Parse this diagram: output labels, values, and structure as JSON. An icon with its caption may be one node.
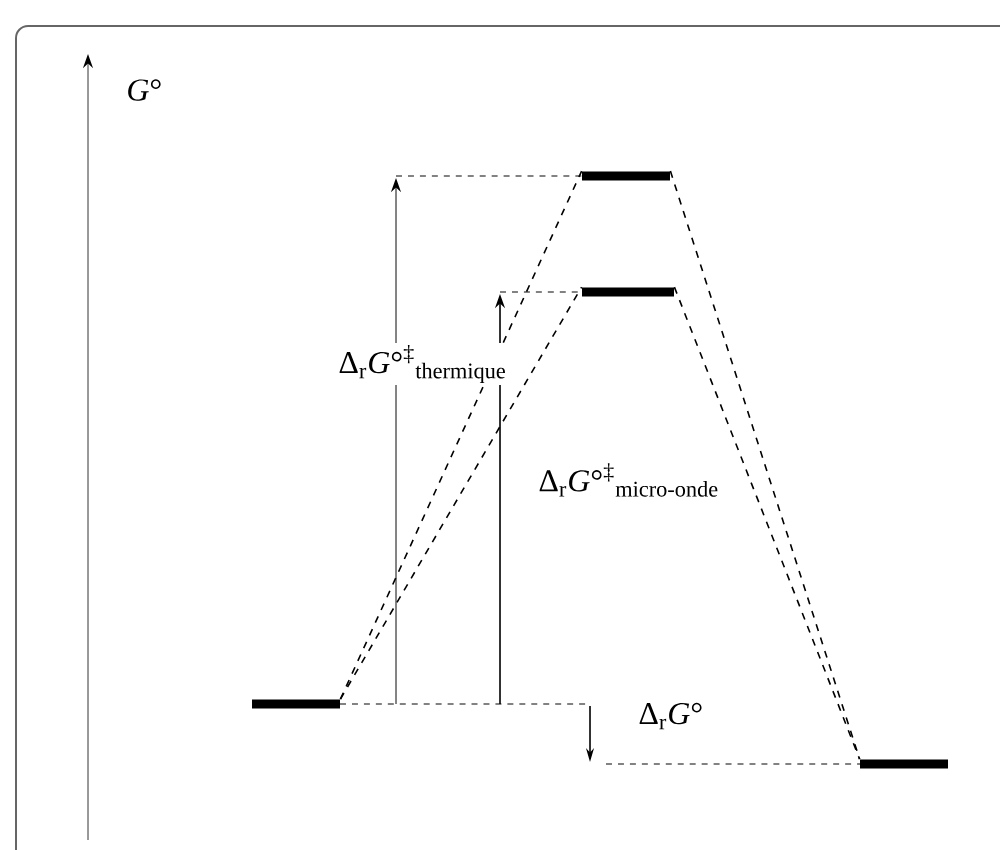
{
  "diagram": {
    "nodes": [
      {
        "text": [],
        "shape": "bar"
      },
      {
        "text": [],
        "shape": "bar"
      },
      {
        "text": [],
        "shape": "bar"
      },
      {
        "text": [],
        "shape": "bar"
      }
    ],
    "edges": [
      {
        "from": 0,
        "to": 1,
        "arrow": "none",
        "style": "dashed"
      },
      {
        "from": 0,
        "to": 2,
        "arrow": "none",
        "style": "dashed"
      },
      {
        "from": 1,
        "to": 3,
        "arrow": "none",
        "style": "dashed"
      },
      {
        "from": 2,
        "to": 3,
        "arrow": "none",
        "style": "dashed"
      }
    ],
    "labels": [
      "*G*°",
      "Δ$_{r}$*G*°$^{‡}$$_{thermique}$",
      "Δ$_{r}$*G*°$^{‡}$$_{micro-onde}$",
      "Δ$_{r}$*G*°"
    ]
  }
}
